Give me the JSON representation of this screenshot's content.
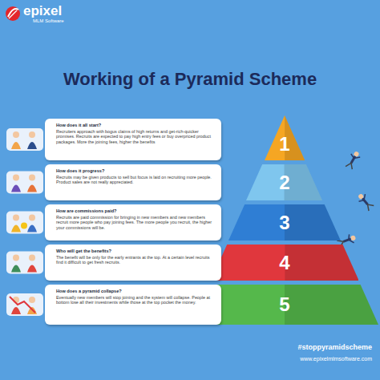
{
  "diagram": {
    "title": "Working of a Pyramid Scheme",
    "nodes": [
      {
        "text": [
          "How does it all start?",
          "Recruiters approach with bogus claims of high returns and get-rich-quicker promises. Recruits are expected to pay high entry fees or buy overpriced product packages. More the joining fees, higher the benefits"
        ]
      },
      {
        "text": [
          "How does it progress?",
          "Recruits may be given products to sell but focus is laid on recruiting more people. Product sales are not really appreciated."
        ]
      },
      {
        "text": [
          "How are commissions paid?",
          "Recruits are paid commission for bringing in new members and new members recruit more people who pay joining fees. The more people you recruit, the higher your commissions will be."
        ]
      },
      {
        "text": [
          "Who will get the benefits?",
          "The benefit will be only for the early entrants at the top. At a certain level recruits find it difficult to get fresh recruits."
        ]
      },
      {
        "text": [
          "How does a pyramid collapse?",
          "Eventually new members will stop joining and the system will collapse. People at bottom lose all their investments while those at the top pocket the money."
        ]
      },
      {
        "text": [
          "1"
        ]
      },
      {
        "text": [
          "2"
        ]
      },
      {
        "text": [
          "3"
        ]
      },
      {
        "text": [
          "4"
        ]
      },
      {
        "text": [
          "5"
        ]
      }
    ],
    "labels": [
      "epixel",
      "MLM Software",
      "#stoppyramidscheme",
      "www.epixelmlmsoftware.com"
    ]
  }
}
